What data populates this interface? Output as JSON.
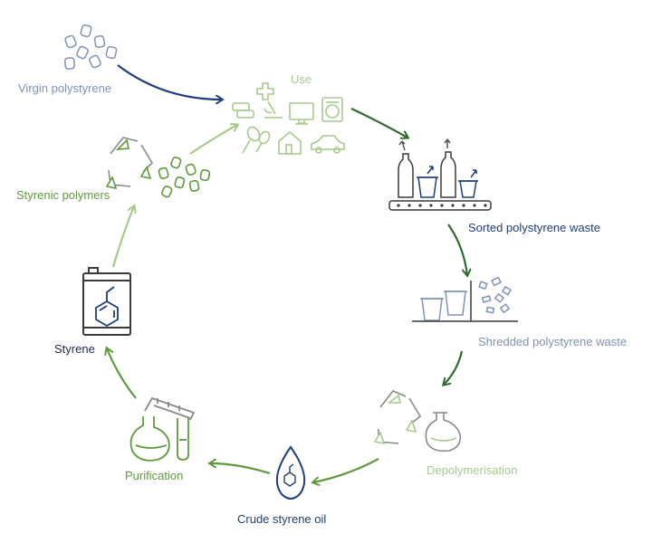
{
  "stages": {
    "virgin": "Virgin polystyrene",
    "use": "Use",
    "sorted": "Sorted polystyrene waste",
    "shredded": "Shredded polystyrene waste",
    "depolymerisation": "Depolymerisation",
    "crude_oil": "Crude styrene oil",
    "purification": "Purification",
    "styrene": "Styrene",
    "styrenic_polymers": "Styrenic polymers"
  },
  "colors": {
    "navy": "#1f3f7a",
    "dark_green": "#2e6b2a",
    "mid_green": "#5e9a3c",
    "light_green": "#a7c98a",
    "steel_blue": "#7f92b6",
    "gray": "#8a8a8a"
  }
}
